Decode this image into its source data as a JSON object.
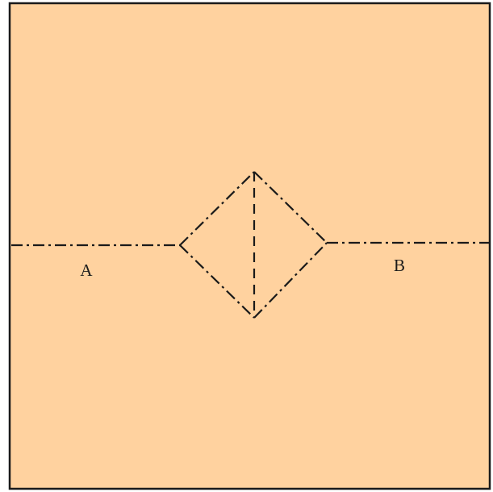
{
  "colors": {
    "paper": "#ffd29f",
    "border": "#1a1a1a",
    "line": "#1a1a1a"
  },
  "labels": {
    "a": "A",
    "b": "B"
  },
  "line_styles": {
    "outer_path": "dash-dot",
    "center_line": "dashed"
  }
}
